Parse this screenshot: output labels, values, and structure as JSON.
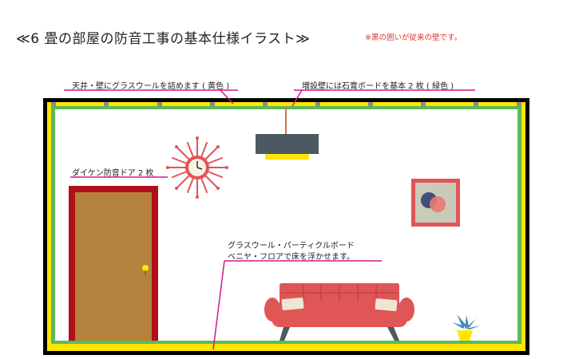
{
  "title": "≪6 畳の部屋の防音工事の基本仕様イラスト≫",
  "note": "※黒の囲いが従来の壁です。",
  "labels": {
    "insulation": "天井・壁にグラスウールを詰めます ( 黄色 )",
    "gypsum": "増設壁には石膏ボードを基本 2 枚 ( 緑色 )",
    "door": "ダイケン防音ドア 2 枚",
    "floor_line1": "グラスウール・パーティクルボード",
    "floor_line2": "ベニヤ・フロアで床を浮かせます。"
  },
  "colors": {
    "existing_wall": "#000000",
    "glass_wool": "#ffe600",
    "gypsum_board": "#5cb85a",
    "leader_line": "#d6168b",
    "door_frame": "#b0101a",
    "door": "#b5823e",
    "sofa": "#e05555",
    "lamp_shade": "#4b5a61",
    "pillow": "#efe6d2"
  },
  "icons": [
    "sunburst-clock-icon",
    "pendant-lamp-icon",
    "abstract-art-icon",
    "potted-plant-icon",
    "sofa-icon",
    "door-icon"
  ]
}
